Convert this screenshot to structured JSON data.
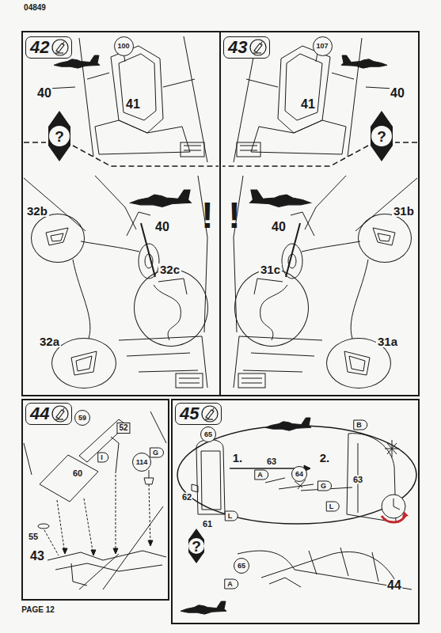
{
  "diagram": {
    "nodes": [
      {
        "text": [
          "42"
        ]
      },
      {
        "text": [
          "100"
        ]
      },
      {
        "text": [
          "43"
        ]
      },
      {
        "text": [
          "107"
        ]
      },
      {
        "text": [
          "32b"
        ]
      },
      {
        "text": [
          "32c"
        ]
      },
      {
        "text": [
          "32a"
        ]
      },
      {
        "text": [
          "31b"
        ]
      },
      {
        "text": [
          "31c"
        ]
      },
      {
        "text": [
          "31a"
        ]
      },
      {
        "text": [
          "44"
        ]
      },
      {
        "text": [
          "59"
        ]
      },
      {
        "text": [
          "114"
        ]
      },
      {
        "text": [
          "45"
        ]
      },
      {
        "text": [
          "65"
        ]
      },
      {
        "text": [
          "64"
        ]
      },
      {
        "text": [
          "65"
        ]
      }
    ],
    "labels": [
      "04849",
      "41",
      "40",
      "?",
      "40",
      "!",
      "41",
      "40",
      "?",
      "40",
      "!",
      "52",
      "I",
      "60",
      "G",
      "55",
      "43",
      "1.",
      "2.",
      "B",
      "A",
      "63",
      "G",
      "63",
      "L",
      "62",
      "61",
      "L",
      "?",
      "A",
      "44",
      "PAGE 12"
    ]
  }
}
